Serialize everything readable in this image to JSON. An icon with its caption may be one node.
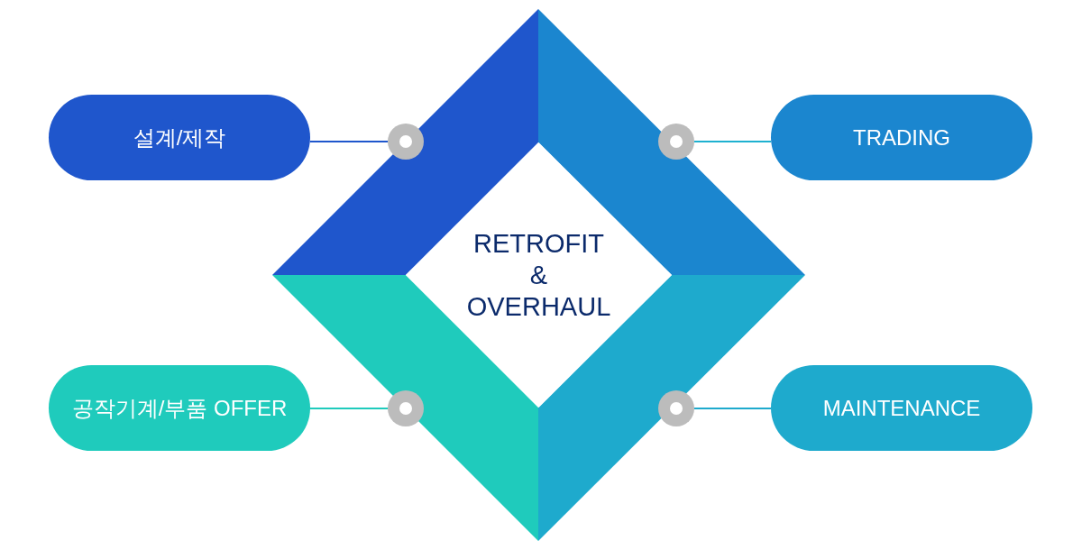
{
  "diagram": {
    "nodes": [
      {
        "text": [
          "설계/제작"
        ]
      },
      {
        "text": [
          "TRADING"
        ]
      },
      {
        "text": [
          "RETROFIT & OVERHAUL"
        ]
      },
      {
        "text": [
          "공작기계/부품 OFFER"
        ]
      },
      {
        "text": [
          "MAINTENANCE"
        ]
      },
      {
        "text": [],
        "shape": "circle"
      },
      {
        "text": [],
        "shape": "circle"
      },
      {
        "text": [],
        "shape": "circle"
      },
      {
        "text": [],
        "shape": "circle"
      }
    ],
    "edges": [
      {
        "from": 0,
        "to": 5,
        "arrow": "none",
        "color": "#1f56cc"
      },
      {
        "from": 6,
        "to": 1,
        "arrow": "none",
        "color": "#1eb1d0"
      },
      {
        "from": 3,
        "to": 7,
        "arrow": "none",
        "color": "#1fcbbc"
      },
      {
        "from": 8,
        "to": 4,
        "arrow": "none",
        "color": "#1eaacd"
      }
    ]
  }
}
